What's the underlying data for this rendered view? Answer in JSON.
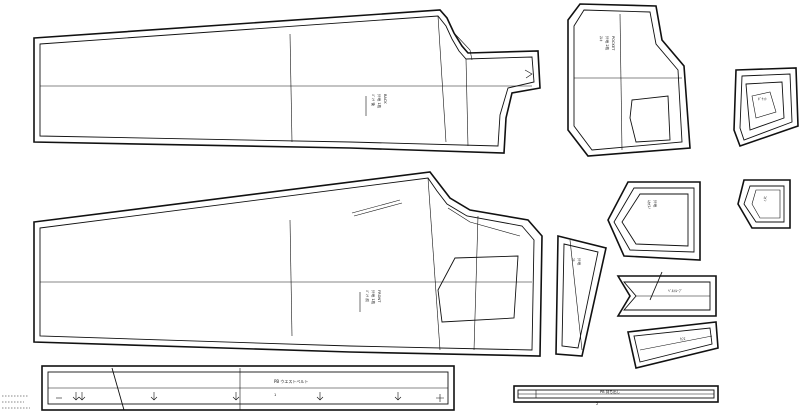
{
  "labels": {
    "waistband": "PB ウエストベルト",
    "waistband_sub": "1",
    "strip": "PB 持ち出し",
    "strip_sub": "2",
    "side_notes": "ﾀﾃ地\n布目"
  },
  "colors": {
    "line": "#111111",
    "paper": "#ffffff"
  }
}
